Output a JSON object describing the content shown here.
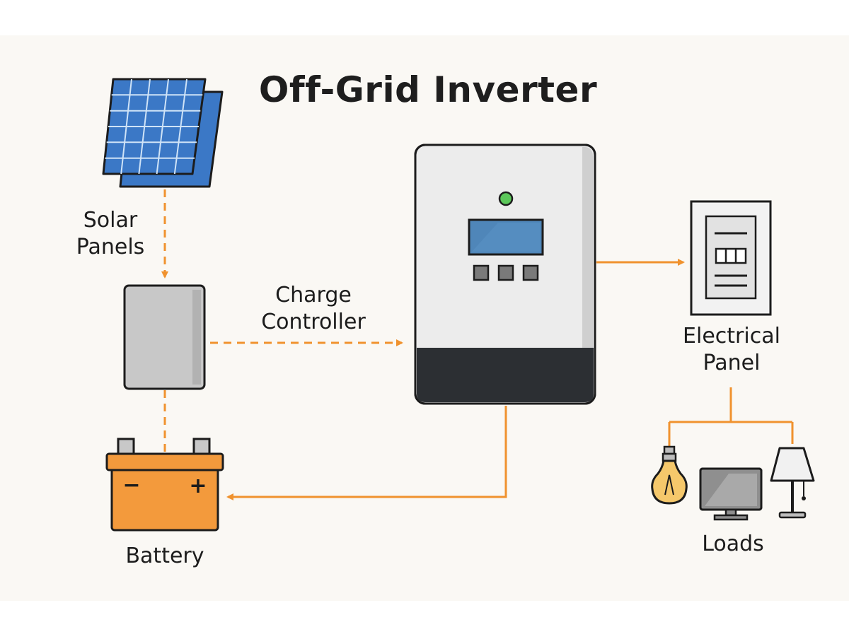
{
  "title": "Off-Grid Inverter",
  "labels": {
    "solar_line1": "Solar",
    "solar_line2": "Panels",
    "controller_line1": "Charge",
    "controller_line2": "Controller",
    "battery": "Battery",
    "panel_line1": "Electrical",
    "panel_line2": "Panel",
    "loads": "Loads"
  },
  "battery_symbols": {
    "negative": "−",
    "positive": "+"
  },
  "colors": {
    "wire": "#f0922e",
    "battery": "#f39a3c",
    "inverter_body": "#e9e9e9",
    "inverter_base": "#2c2f33",
    "lcd": "#4f86b9",
    "led": "#5cc85a",
    "solar_cell": "#3b78c6",
    "background": "#faf8f4"
  },
  "icons": [
    "solar-panel-icon",
    "charge-controller-icon",
    "inverter-icon",
    "battery-icon",
    "electrical-panel-icon",
    "light-bulb-icon",
    "monitor-icon",
    "lamp-icon"
  ]
}
